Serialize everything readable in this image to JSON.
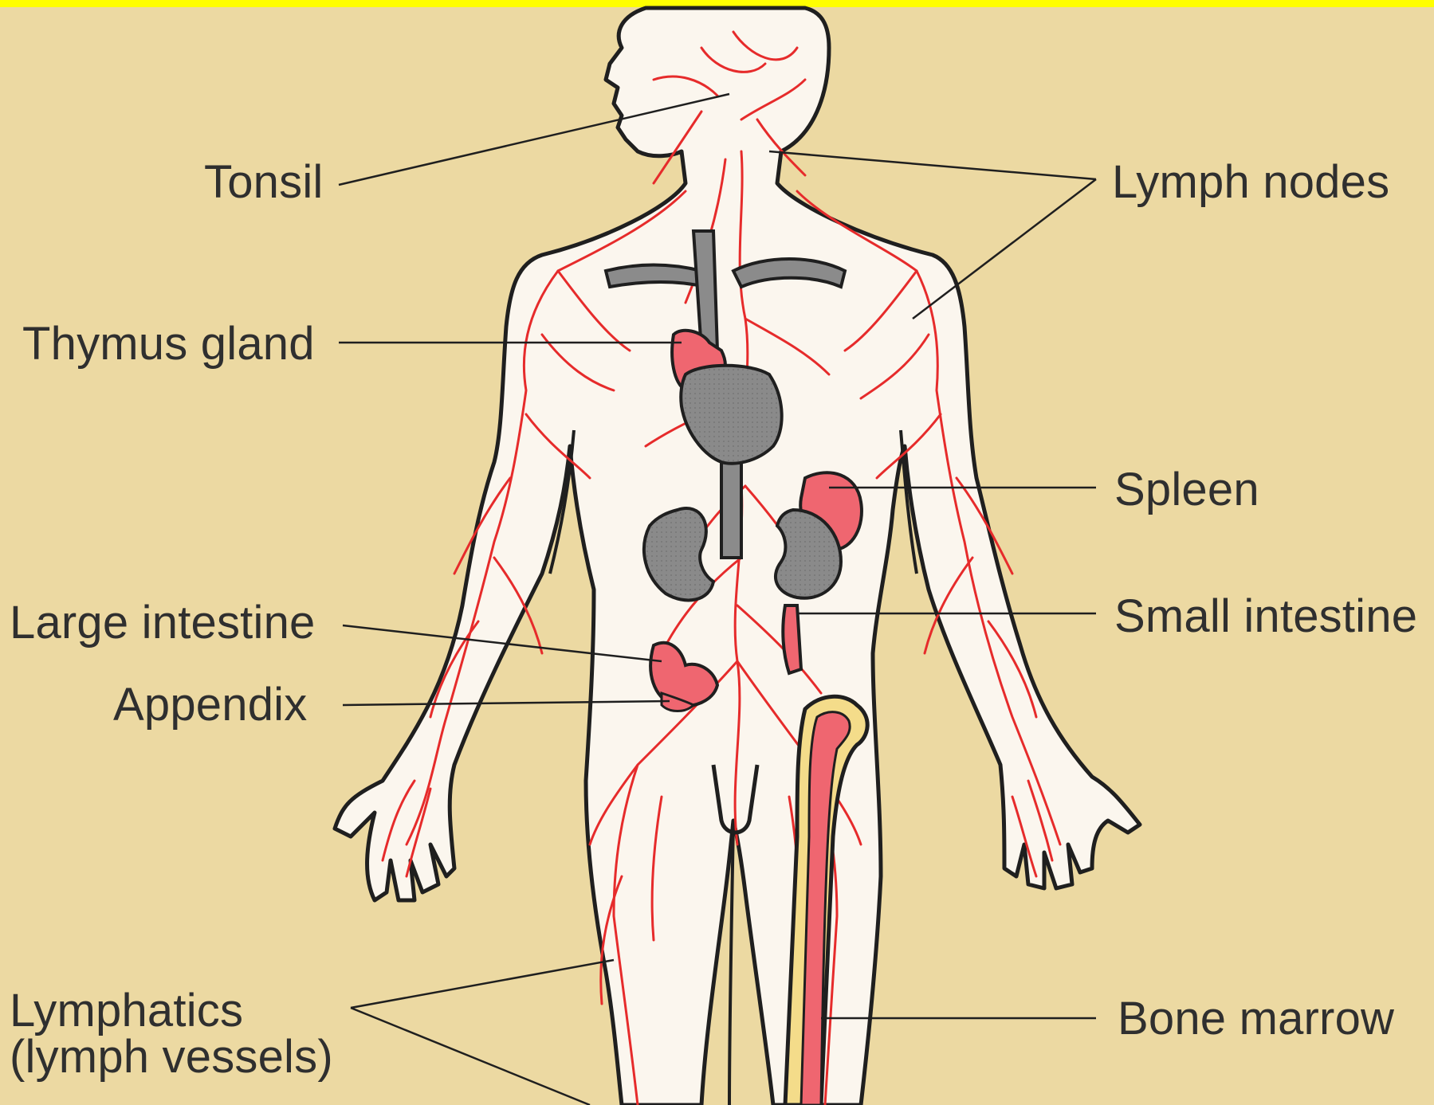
{
  "colors": {
    "background": "#ecd9a2",
    "top_bar": "#ffff00",
    "body_fill": "#fbf6ee",
    "outline": "#1f1f1f",
    "lymph_red": "#e62b2b",
    "organ_pink": "#ef6670",
    "organ_gray": "#8b8b8b"
  },
  "labels": {
    "tonsil": "Tonsil",
    "thymus_gland": "Thymus gland",
    "large_intestine": "Large intestine",
    "appendix": "Appendix",
    "lymphatics_line1": "Lymphatics",
    "lymphatics_line2": "(lymph vessels)",
    "lymph_nodes": "Lymph nodes",
    "spleen": "Spleen",
    "small_intestine": "Small intestine",
    "bone_marrow": "Bone marrow"
  }
}
